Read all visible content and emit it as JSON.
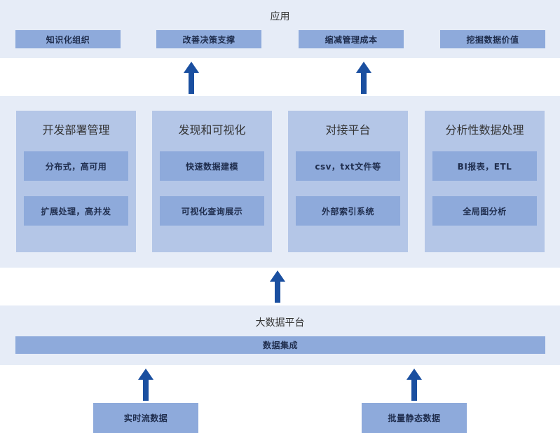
{
  "apps": {
    "title": "应用",
    "items": [
      "知识化组织",
      "改善决策支撑",
      "缩减管理成本",
      "挖掘数据价值"
    ]
  },
  "middle": {
    "columns": [
      {
        "title": "开发部署管理",
        "items": [
          "分布式，高可用",
          "扩展处理，高并发"
        ]
      },
      {
        "title": "发现和可视化",
        "items": [
          "快速数据建模",
          "可视化查询展示"
        ]
      },
      {
        "title": "对接平台",
        "items": [
          "csv，txt文件等",
          "外部索引系统"
        ]
      },
      {
        "title": "分析性数据处理",
        "items": [
          "BI报表，ETL",
          "全局图分析"
        ]
      }
    ]
  },
  "platform": {
    "title": "大数据平台",
    "bar": "数据集成"
  },
  "sources": [
    "实时流数据",
    "批量静态数据"
  ],
  "colors": {
    "band": "#e6ecf7",
    "column": "#b4c6e7",
    "chip": "#8eaadb",
    "arrow": "#1a4fa0"
  }
}
